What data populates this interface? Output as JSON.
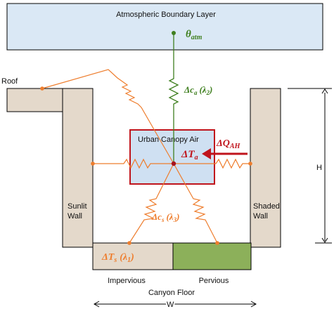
{
  "labels": {
    "abl": "Atmospheric Boundary Layer",
    "theta_symbol": "θ",
    "theta_sub": "atm",
    "roof": "Roof",
    "urban_canopy_air": "Urban Canopy Air",
    "sunlit_wall_line1": "Sunlit",
    "sunlit_wall_line2": "Wall",
    "shaded_wall_line1": "Shaded",
    "shaded_wall_line2": "Wall",
    "impervious": "Impervious",
    "pervious": "Pervious",
    "canyon_floor": "Canyon Floor",
    "height": "H",
    "width": "W"
  },
  "symbols": {
    "delta_ca": {
      "delta": "Δ",
      "var": "c",
      "sub": "a",
      "lambda": "(λ",
      "lambda_sub": "2",
      "close": ")"
    },
    "delta_cs": {
      "delta": "Δ",
      "var": "c",
      "sub": "s",
      "lambda": "(λ",
      "lambda_sub": "3",
      "close": ")"
    },
    "delta_ts": {
      "delta": "Δ",
      "var": "T",
      "sub": "s",
      "lambda": "(λ",
      "lambda_sub": "1",
      "close": ")"
    },
    "delta_ta": {
      "delta": "Δ",
      "var": "T",
      "sub": "a"
    },
    "delta_qah": {
      "delta": "Δ",
      "var": "Q",
      "sub": "AH"
    }
  },
  "colors": {
    "abl_fill": "#dae8f5",
    "canopy_fill": "#cfe0f2",
    "canopy_border": "#c0141c",
    "wall_fill": "#e4d9cb",
    "pervious_fill": "#8cb05a",
    "orange": "#ee7d2d",
    "green": "#3f7f1f",
    "red": "#c0141c",
    "node_dark": "#a8141c"
  }
}
